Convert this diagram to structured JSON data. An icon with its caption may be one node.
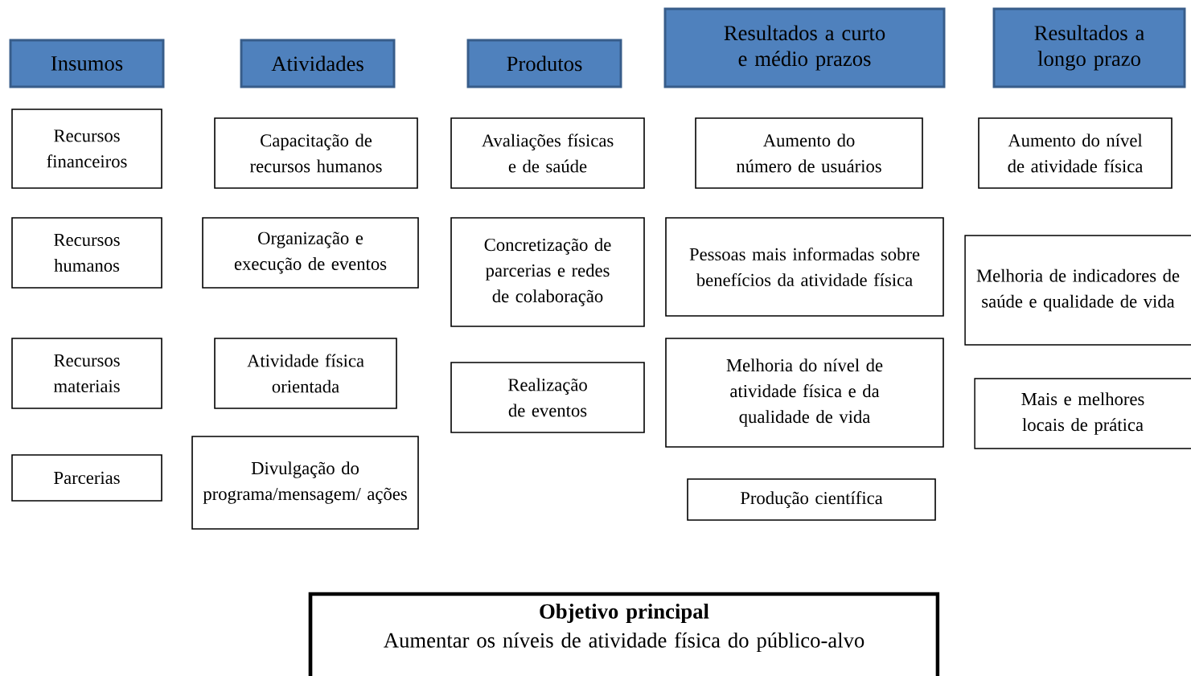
{
  "diagram": {
    "nodes": [
      {
        "text": [
          "Insumos"
        ]
      },
      {
        "text": [
          "Atividades"
        ]
      },
      {
        "text": [
          "Produtos"
        ]
      },
      {
        "text": [
          "Resultados a curto e médio prazos"
        ]
      },
      {
        "text": [
          "Resultados a longo prazo"
        ]
      },
      {
        "text": [
          "Recursos financeiros"
        ]
      },
      {
        "text": [
          "Recursos humanos"
        ]
      },
      {
        "text": [
          "Recursos materiais"
        ]
      },
      {
        "text": [
          "Parcerias"
        ]
      },
      {
        "text": [
          "Capacitação de recursos humanos"
        ]
      },
      {
        "text": [
          "Organização e execução de eventos"
        ]
      },
      {
        "text": [
          "Atividade física orientada"
        ]
      },
      {
        "text": [
          "Divulgação do programa/mensagem/ ações"
        ]
      },
      {
        "text": [
          "Avaliações físicas e de saúde"
        ]
      },
      {
        "text": [
          "Concretização de parcerias e redes de colaboração"
        ]
      },
      {
        "text": [
          "Realização de eventos"
        ]
      },
      {
        "text": [
          "Aumento do número de usuários"
        ]
      },
      {
        "text": [
          "Pessoas mais informadas sobre benefícios da atividade física"
        ]
      },
      {
        "text": [
          "Melhoria do nível de atividade física e da qualidade de vida"
        ]
      },
      {
        "text": [
          "Produção científica"
        ]
      },
      {
        "text": [
          "Aumento do nível de atividade física"
        ]
      },
      {
        "text": [
          "Melhoria de indicadores de saúde e qualidade de vida"
        ]
      },
      {
        "text": [
          "Mais e melhores locais de prática"
        ]
      },
      {
        "text": [
          "Objetivo principal",
          "Aumentar os níveis de atividade física do público-alvo"
        ]
      }
    ]
  }
}
